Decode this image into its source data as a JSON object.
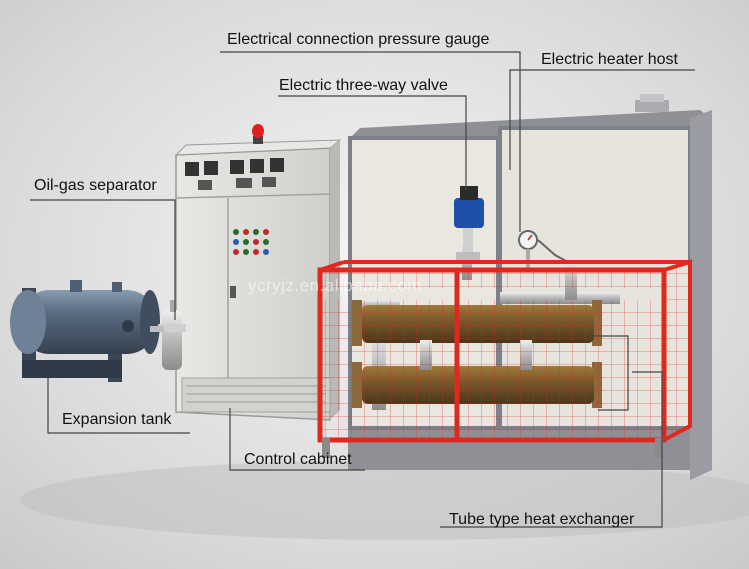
{
  "labels": {
    "pressure_gauge": "Electrical connection pressure gauge",
    "heater_host": "Electric heater host",
    "three_way_valve": "Electric three-way valve",
    "oil_gas_separator": "Oil-gas separator",
    "expansion_tank": "Expansion tank",
    "control_cabinet": "Control cabinet",
    "heat_exchanger": "Tube type heat exchanger"
  },
  "watermark": "ycryjz.en.alibaba.com",
  "colors": {
    "frame_red": "#e0281f",
    "cabinet": "#dcdcd8",
    "heater_panel": "#e6e4dc",
    "tank_blue": "#4e5f72",
    "exchanger_brown": "#7a5a2c",
    "valve_blue": "#1f4fa8"
  }
}
